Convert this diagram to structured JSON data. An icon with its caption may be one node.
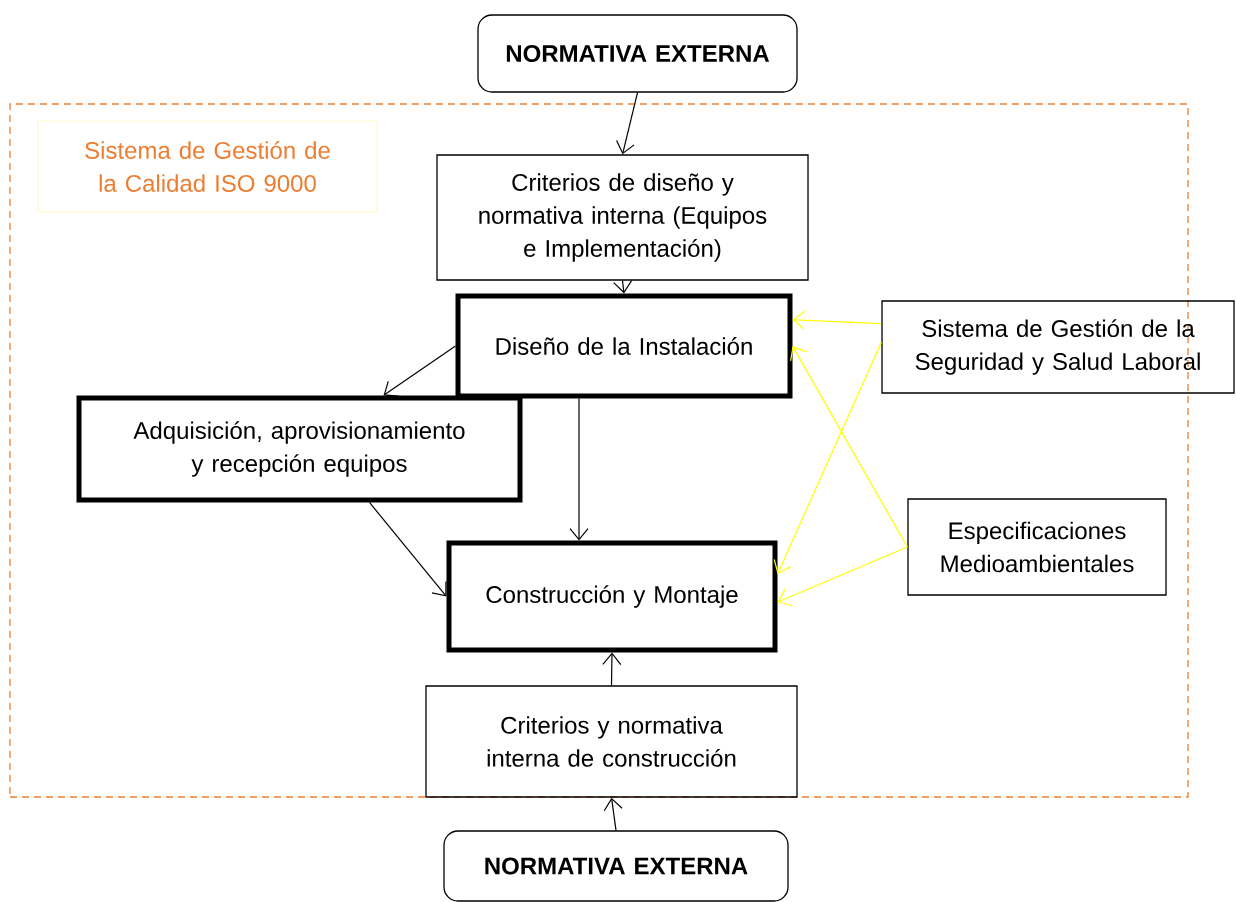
{
  "diagram": {
    "nodes": [
      {
        "text": [
          "NORMATIVA EXTERNA"
        ]
      },
      {
        "text": [],
        "shape": "box"
      },
      {
        "text": [
          "Sistema de Gestión de la Calidad ISO 9000"
        ],
        "in": 1
      },
      {
        "text": [
          "Criterios de diseño y normativa interna (Equipos e Implementación)"
        ],
        "in": 1
      },
      {
        "text": [
          "Diseño de la Instalación"
        ],
        "in": 1
      },
      {
        "text": [
          "Adquisición, aprovisionamiento y recepción equipos"
        ],
        "in": 1
      },
      {
        "text": [
          "Sistema de Gestión de la Seguridad y Salud Laboral"
        ]
      },
      {
        "text": [
          "Construcción y Montaje"
        ],
        "in": 1
      },
      {
        "text": [
          "Especificaciones Medioambientales"
        ],
        "in": 1
      },
      {
        "text": [
          "Criterios y normativa interna de construcción"
        ],
        "in": 1
      },
      {
        "text": [
          "NORMATIVA EXTERNA"
        ]
      }
    ],
    "edges": [
      {
        "from": 0,
        "to": 3,
        "arrow": "to"
      },
      {
        "from": 3,
        "to": 4,
        "arrow": "to"
      },
      {
        "from": 4,
        "to": 5,
        "arrow": "to"
      },
      {
        "from": 4,
        "to": 7,
        "arrow": "to"
      },
      {
        "from": 5,
        "to": 7,
        "arrow": "to"
      },
      {
        "from": 9,
        "to": 7,
        "arrow": "to"
      },
      {
        "from": 10,
        "to": 9,
        "arrow": "to"
      },
      {
        "from": 6,
        "to": 4,
        "arrow": "to",
        "color": "#ffff00"
      },
      {
        "from": 6,
        "to": 7,
        "arrow": "to",
        "color": "#ffff00"
      },
      {
        "from": 8,
        "to": 4,
        "arrow": "to",
        "color": "#ffff00"
      },
      {
        "from": 8,
        "to": 7,
        "arrow": "to",
        "color": "#ffff00"
      }
    ]
  }
}
